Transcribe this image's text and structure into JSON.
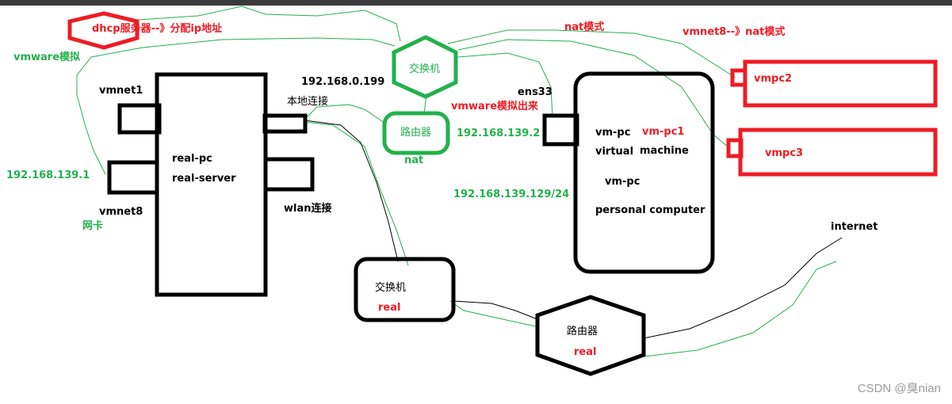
{
  "colors": {
    "black": "#000000",
    "red": "#ed1c24",
    "green": "#22b14c",
    "watermark": "#9a9a9a"
  },
  "labels": {
    "dhcp_server": "dhcp服务器--》分配ip地址",
    "vmware_sim": "vmware模拟",
    "nat_mode": "nat模式",
    "vmnet8_nat": "vmnet8--》nat模式",
    "vmnet1": "vmnet1",
    "vmnet8": "vmnet8",
    "nic": "网卡",
    "ip_host_vmnet8": "192.168.139.1",
    "real_pc": "real-pc",
    "real_server": "real-server",
    "ip_local": "192.168.0.199",
    "local_conn": "本地连接",
    "wlan_conn": "wlan连接",
    "virtual_switch": "交换机",
    "virtual_router": "路由器",
    "nat": "nat",
    "ens33": "ens33",
    "vmware_sim_out": "vmware模拟出来",
    "ip_gateway": "192.168.139.2",
    "ip_vm": "192.168.139.129/24",
    "vm_pc": "vm-pc",
    "vm_pc1": "vm-pc1",
    "virtual": "virtual",
    "machine": "machine",
    "vm_pc_2": "vm-pc",
    "personal_computer": "personal computer",
    "vmpc2": "vmpc2",
    "vmpc3": "vmpc3",
    "real_switch": "交换机",
    "real_switch_tag": "real",
    "real_router": "路由器",
    "real_router_tag": "real",
    "internet": "internet"
  },
  "watermark": "CSDN @臭nian"
}
